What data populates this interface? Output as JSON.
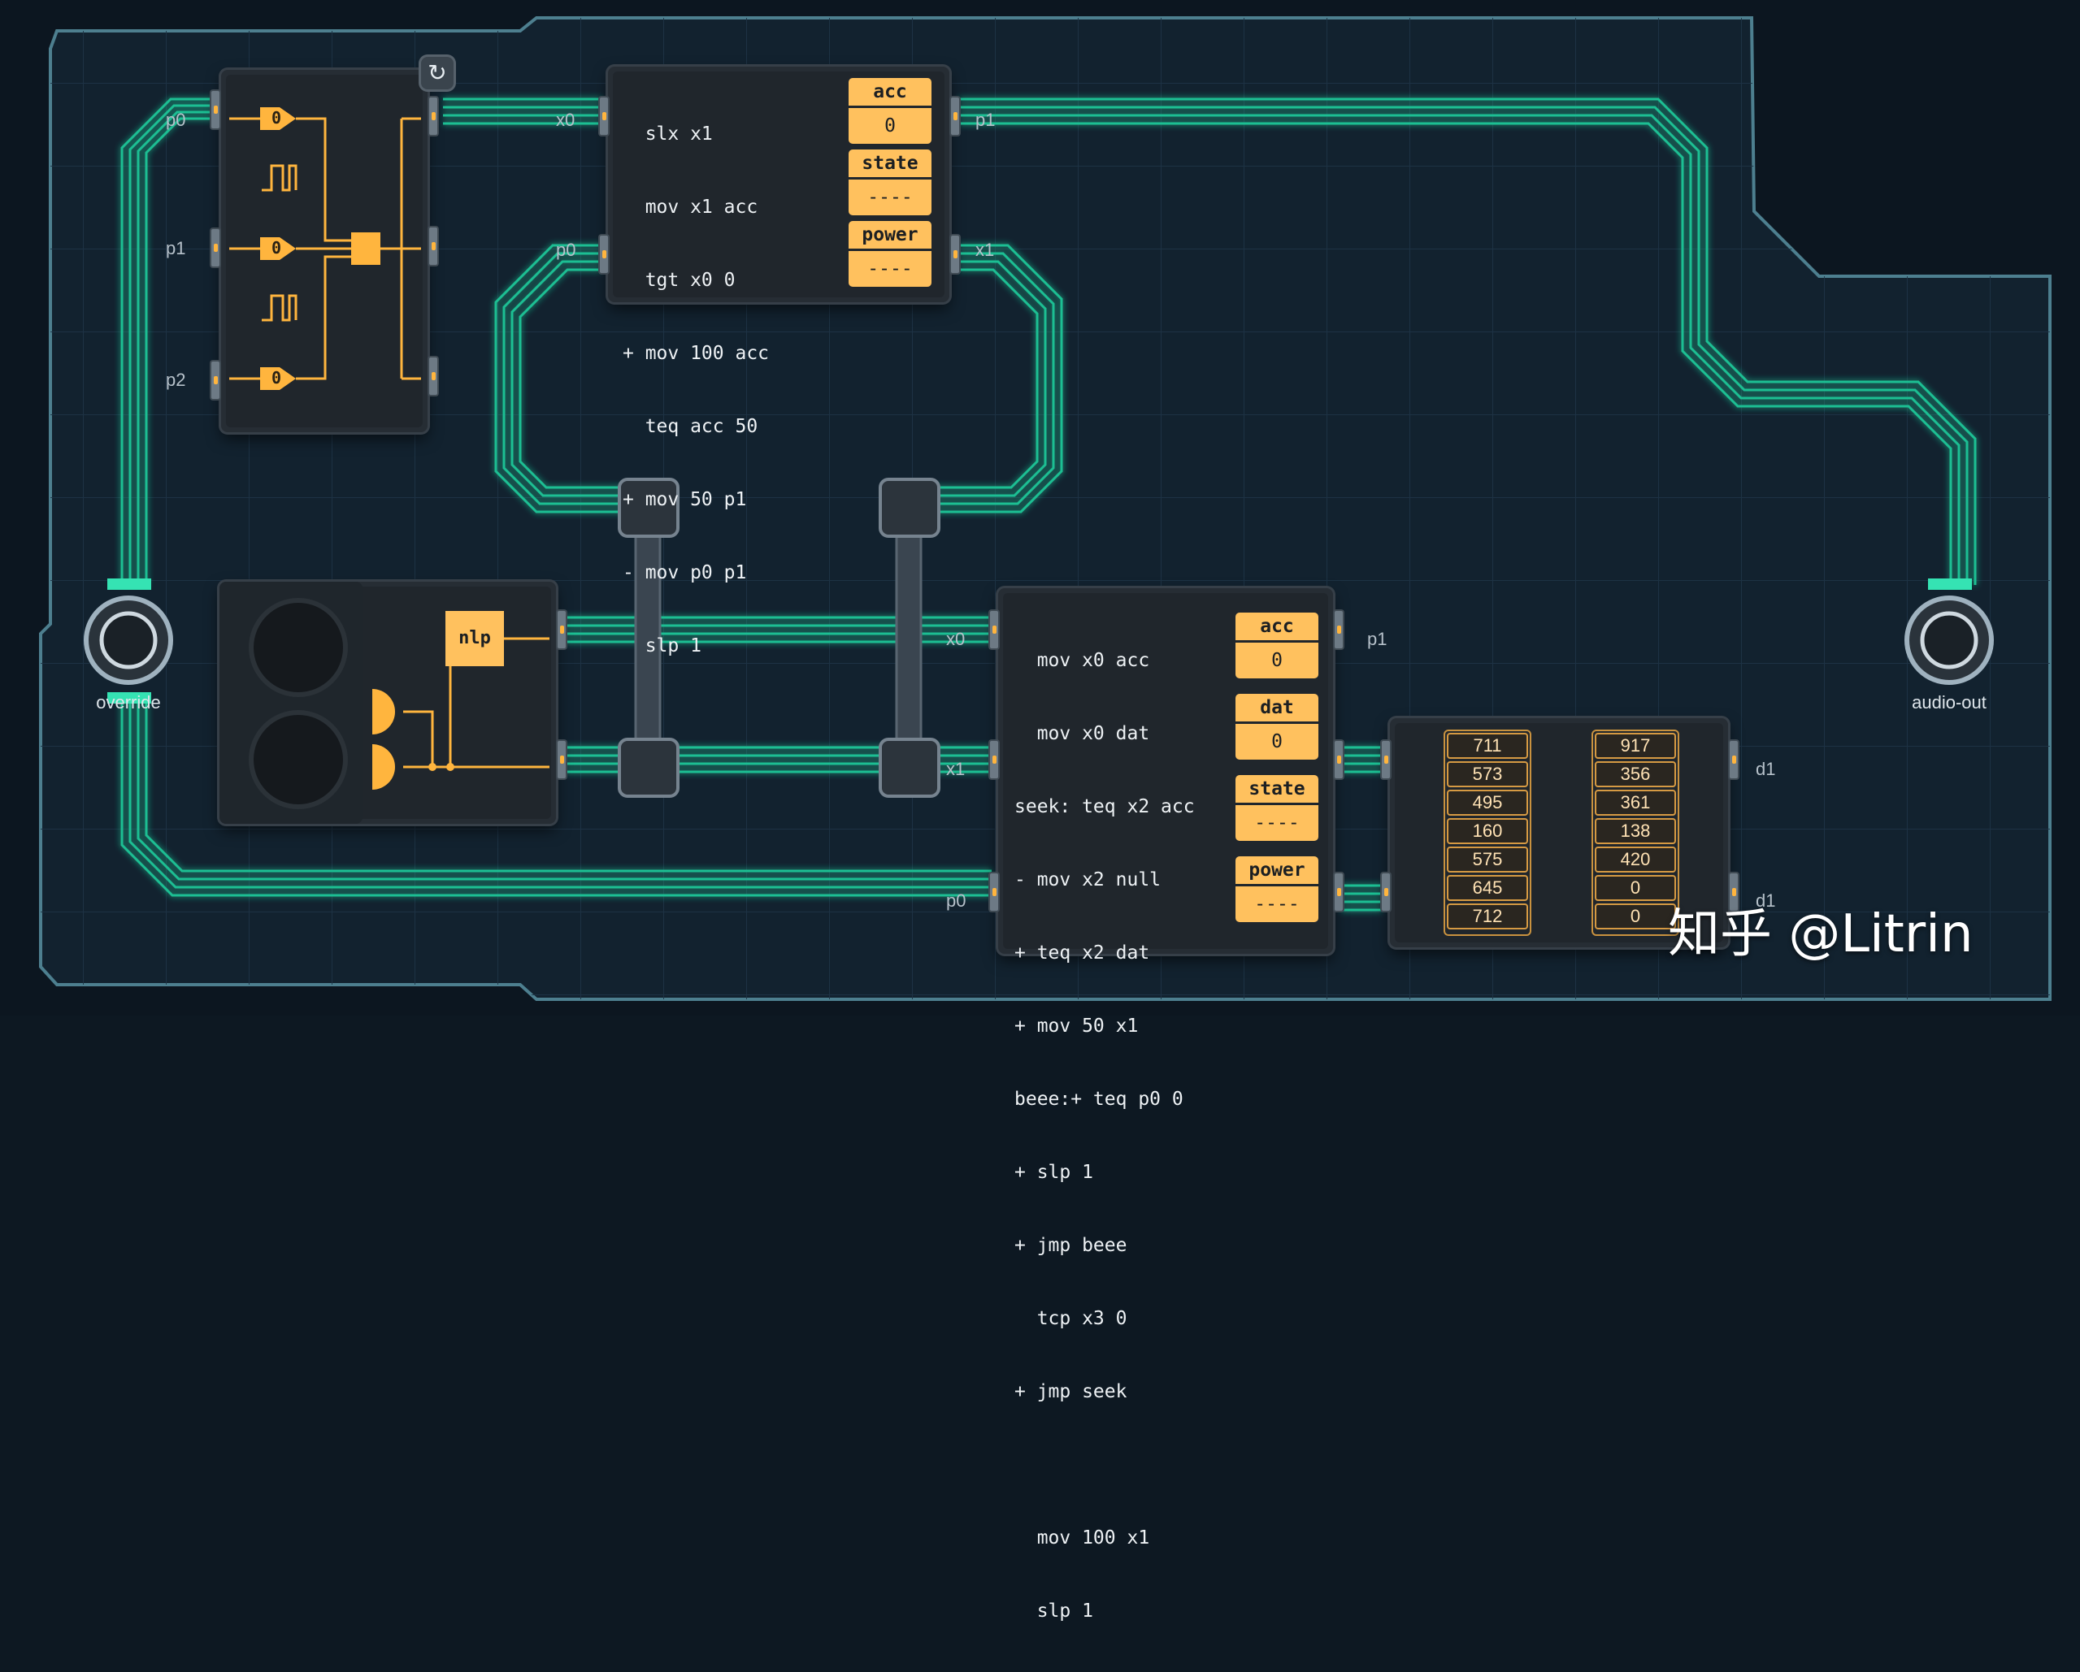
{
  "colors": {
    "background": "#0d1822",
    "board": "#132331",
    "grid": "#1d3244",
    "wire": "#23c79b",
    "wire_glow": "#37f2c0",
    "register": "#ffc15e",
    "chip": "#262d34"
  },
  "signal_generator": {
    "reset_icon": "↻",
    "ports": [
      "p0",
      "p1",
      "p2"
    ],
    "dac_values": [
      "0",
      "0",
      "0"
    ],
    "pulse_icon": "square-wave-icon"
  },
  "mc_top": {
    "code": [
      "  slx x1",
      "  mov x1 acc",
      "  tgt x0 0",
      "+ mov 100 acc",
      "  teq acc 50",
      "+ mov 50 p1",
      "- mov p0 p1",
      "  slp 1"
    ],
    "registers": [
      {
        "name": "acc",
        "value": "0"
      },
      {
        "name": "state",
        "value": "----"
      },
      {
        "name": "power",
        "value": "----"
      }
    ],
    "ports": {
      "x0": "x0",
      "p0": "p0",
      "p1": "p1",
      "x1": "x1"
    }
  },
  "mc_bottom": {
    "code": [
      "  mov x0 acc",
      "  mov x0 dat",
      "seek: teq x2 acc",
      "- mov x2 null",
      "+ teq x2 dat",
      "+ mov 50 x1",
      "beee:+ teq p0 0",
      "+ slp 1",
      "+ jmp beee",
      "  tcp x3 0",
      "+ jmp seek",
      "",
      "  mov 100 x1",
      "  slp 1"
    ],
    "registers": [
      {
        "name": "acc",
        "value": "0"
      },
      {
        "name": "dat",
        "value": "0"
      },
      {
        "name": "state",
        "value": "----"
      },
      {
        "name": "power",
        "value": "----"
      }
    ],
    "ports": {
      "x0": "x0",
      "x1": "x1",
      "p0": "p0",
      "p1": "p1"
    }
  },
  "nlp": {
    "label": "nlp",
    "icon": "speaker-icon"
  },
  "memory": {
    "col1": [
      "711",
      "573",
      "495",
      "160",
      "575",
      "645",
      "712"
    ],
    "col2": [
      "917",
      "356",
      "361",
      "138",
      "420",
      "0",
      "0"
    ],
    "ports": {
      "d1": "d1",
      "d0": "d1"
    }
  },
  "connectors": {
    "left": "override",
    "right": "audio-out"
  },
  "watermark": "知乎 @Litrin"
}
